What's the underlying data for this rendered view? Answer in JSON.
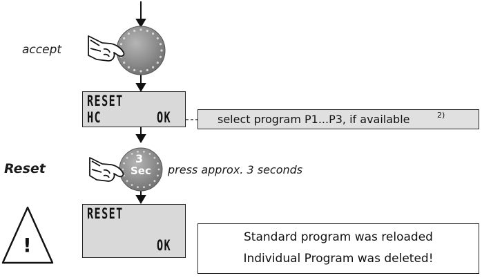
{
  "step_accept": {
    "label": "accept"
  },
  "lcd1": {
    "line1": "RESET",
    "line2_left": "HC",
    "line2_right": "OK"
  },
  "hint_select": {
    "text": "select program P1...P3, if available",
    "footnote": "2)"
  },
  "step_reset": {
    "label": "Reset",
    "knob_top": "3",
    "knob_bottom": "Sec",
    "hint": "press approx. 3 seconds"
  },
  "lcd2": {
    "line1": "RESET",
    "line2_right": "OK"
  },
  "result": {
    "line1": "Standard program was reloaded",
    "line2": "Individual Program was deleted!"
  },
  "warning": {
    "symbol": "!"
  },
  "colors": {
    "knob": "#8e8e8e",
    "lcd_bg": "#d9d9d9",
    "hint_bg": "#e0e0e0"
  },
  "icons": [
    "down-arrow-icon",
    "hand-pointer-icon",
    "control-knob-icon",
    "warning-triangle-icon"
  ]
}
